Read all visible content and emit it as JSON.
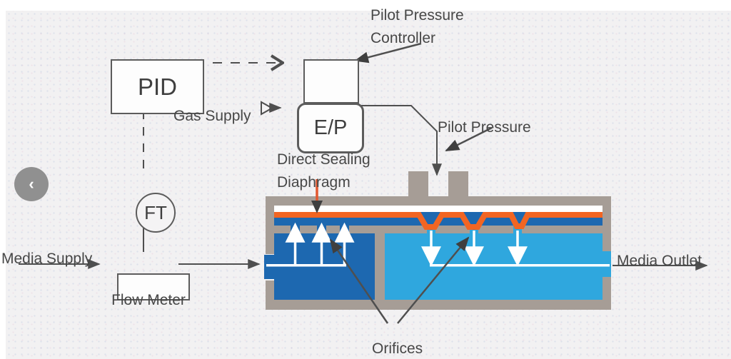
{
  "carousel": {
    "prev_icon": "‹"
  },
  "diagram": {
    "boxes": {
      "pid": "PID",
      "ep": "E/P",
      "ft": "FT"
    },
    "labels": {
      "pilot_pressure_controller_line1": "Pilot Pressure",
      "pilot_pressure_controller_line2": "Controller",
      "gas_supply": "Gas Supply",
      "pilot_pressure": "Pilot Pressure",
      "direct_sealing_line1": "Direct Sealing",
      "direct_sealing_line2": "Diaphragm",
      "media_supply": "Media Supply",
      "flow_meter": "Flow Meter",
      "media_outlet": "Media Outlet",
      "orifices": "Orifices"
    },
    "colors": {
      "valve_body_gray": "#a69d96",
      "diaphragm_orange": "#f26522",
      "media_dark_blue": "#1d68b0",
      "media_light_blue": "#2fa7de",
      "line_gray": "#4f4f4f",
      "flow_arrow_white": "#ffffff",
      "diaphragm_pointer_orange": "#e2572f",
      "background": "#f2f1f2"
    }
  }
}
